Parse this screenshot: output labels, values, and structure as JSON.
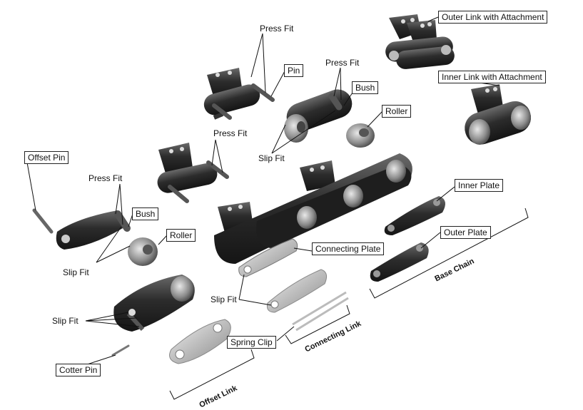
{
  "labels": {
    "outer_link_attachment": "Outer Link with Attachment",
    "inner_link_attachment": "Inner Link with Attachment",
    "press_fit": "Press Fit",
    "slip_fit": "Slip Fit",
    "pin": "Pin",
    "bush": "Bush",
    "roller": "Roller",
    "offset_pin": "Offset Pin",
    "inner_plate": "Inner Plate",
    "outer_plate": "Outer Plate",
    "connecting_plate": "Connecting Plate",
    "spring_clip": "Spring Clip",
    "cotter_pin": "Cotter Pin"
  },
  "groups": {
    "base_chain": "Base Chain",
    "connecting_link": "Connecting Link",
    "offset_link": "Offset Link"
  },
  "colors": {
    "metal_dark": "#2a2a2a",
    "metal_mid": "#555555",
    "metal_light": "#c8c8c8",
    "line": "#111111"
  }
}
